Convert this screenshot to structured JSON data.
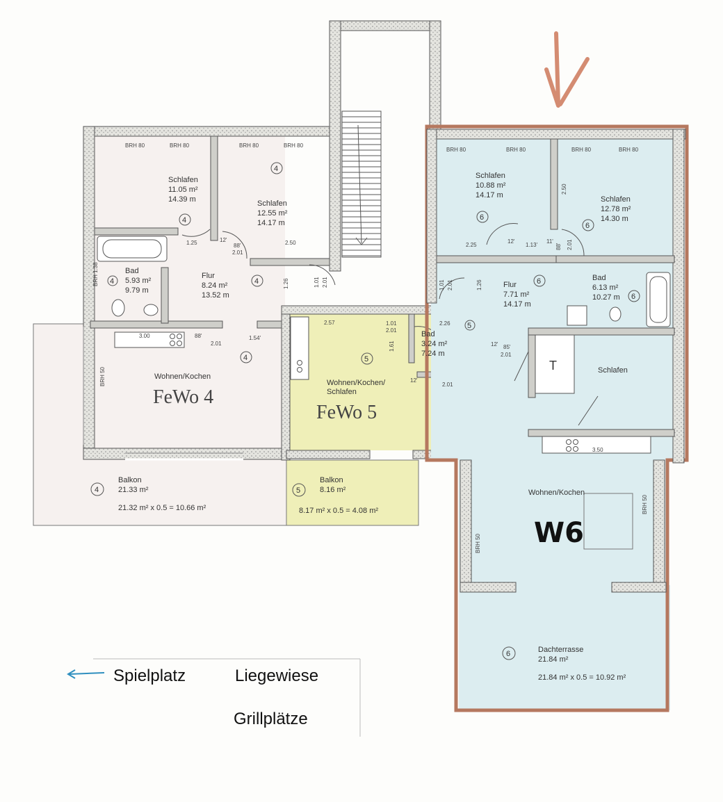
{
  "arrow_annotation": "down-arrow-icon",
  "colors": {
    "fewo4_fill": "#f6f1ef",
    "fewo5_fill": "#efefb8",
    "w6_fill": "#dcedf0",
    "w6_outline": "#b5785f",
    "wall": "#d9d9d4",
    "legend_arrow": "#2f8fbf"
  },
  "units": {
    "fewo4": {
      "label": "FeWo 4",
      "unit_no": "4",
      "schlafen1": {
        "name": "Schlafen",
        "area": "11.05 m²",
        "perimeter": "14.39 m"
      },
      "schlafen2": {
        "name": "Schlafen",
        "area": "12.55 m²",
        "perimeter": "14.17 m"
      },
      "bad": {
        "name": "Bad",
        "area": "5.93 m²",
        "perimeter": "9.79 m"
      },
      "flur": {
        "name": "Flur",
        "area": "8.24 m²",
        "perimeter": "13.52 m"
      },
      "wohnen": {
        "name": "Wohnen/Kochen"
      },
      "balkon": {
        "name": "Balkon",
        "area": "21.33 m²",
        "calc": "21.32 m² x 0.5 = 10.66 m²"
      }
    },
    "fewo5": {
      "label": "FeWo 5",
      "unit_no": "5",
      "bad": {
        "name": "Bad",
        "area": "3.24 m²",
        "perimeter": "7.24 m"
      },
      "wohnen_line1": "Wohnen/Kochen/",
      "wohnen_line2": "Schlafen",
      "balkon": {
        "name": "Balkon",
        "area": "8.16 m²",
        "calc": "8.17 m² x 0.5 = 4.08 m²"
      }
    },
    "w6": {
      "label": "W6",
      "unit_no": "6",
      "schlafen1": {
        "name": "Schlafen",
        "area": "10.88 m²",
        "perimeter": "14.17 m"
      },
      "schlafen2": {
        "name": "Schlafen",
        "area": "12.78 m²",
        "perimeter": "14.30 m"
      },
      "flur": {
        "name": "Flur",
        "area": "7.71 m²",
        "perimeter": "14.17 m"
      },
      "bad": {
        "name": "Bad",
        "area": "6.13 m²",
        "perimeter": "10.27 m"
      },
      "schlafen3": {
        "name": "Schlafen"
      },
      "t_room": "T",
      "wohnen": {
        "name": "Wohnen/Kochen"
      },
      "dachterrasse": {
        "name": "Dachterrasse",
        "area": "21.84 m²",
        "calc": "21.84 m² x 0.5 = 10.92 m²"
      }
    }
  },
  "dims": {
    "brh80": "BRH 80",
    "brh50": "BRH 50",
    "brh138": "BRH 1.38",
    "d125": "1.25",
    "d12": "12'",
    "d88": "88'",
    "d201": "2.01",
    "d250": "2.50",
    "d101": "1.01",
    "d126": "1.26",
    "d300": "3.00",
    "d154": "1.54'",
    "d257": "2.57",
    "d226": "2.26",
    "d161": "1.61",
    "d225": "2.25",
    "d113": "1.13'",
    "d11": "11'",
    "d85": "85'",
    "d350": "3.50"
  },
  "legend": {
    "spielplatz": "Spielplatz",
    "liegewiese": "Liegewiese",
    "grillplaetze": "Grillplätze"
  }
}
